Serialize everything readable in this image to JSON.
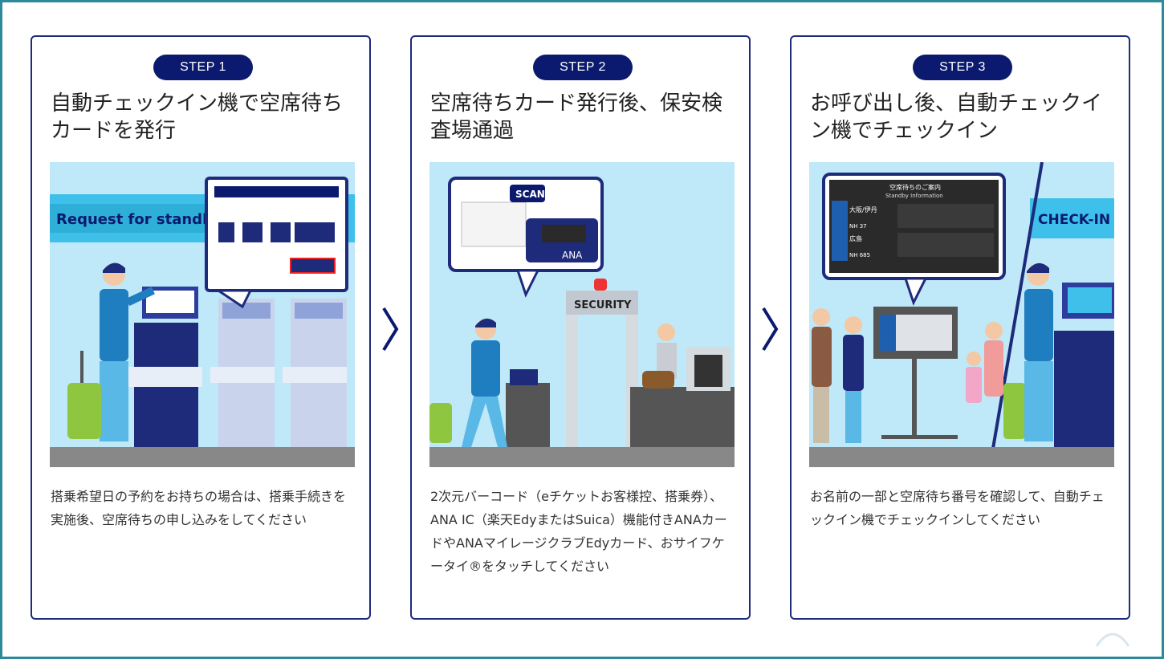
{
  "steps": [
    {
      "badge": "STEP 1",
      "title": "自動チェックイン機で空席待ちカードを発行",
      "sign": "Request for standby",
      "description": "搭乗希望日の予約をお持ちの場合は、搭乗手続きを実施後、空席待ちの申し込みをしてください"
    },
    {
      "badge": "STEP 2",
      "title": "空席待ちカード発行後、保安検査場通過",
      "scan_label": "SCAN",
      "device_label": "ANA",
      "gate_label": "SECURITY",
      "description": "2次元バーコード（eチケットお客様控、搭乗券）、ANA IC（楽天EdyまたはSuica）機能付きANAカードやANAマイレージクラブEdyカード、おサイフケータイ®をタッチしてください"
    },
    {
      "badge": "STEP 3",
      "title": "お呼び出し後、自動チェックイン機でチェックイン",
      "sign": "CHECK-IN",
      "board_title": "空席待ちのご案内",
      "board_subtitle": "Standby Information",
      "board_rows": [
        {
          "dest": "大阪/伊丹",
          "flight": "NH 37"
        },
        {
          "dest": "広島",
          "flight": "NH 685"
        }
      ],
      "description": "お名前の一部と空席待ち番号を確認して、自動チェックイン機でチェックインしてください"
    }
  ],
  "colors": {
    "border": "#1e2a7a",
    "badge": "#0b1a6e",
    "frame": "#2e8a9a",
    "sky": "#bfe8f8",
    "sign": "#3fc0ea"
  }
}
